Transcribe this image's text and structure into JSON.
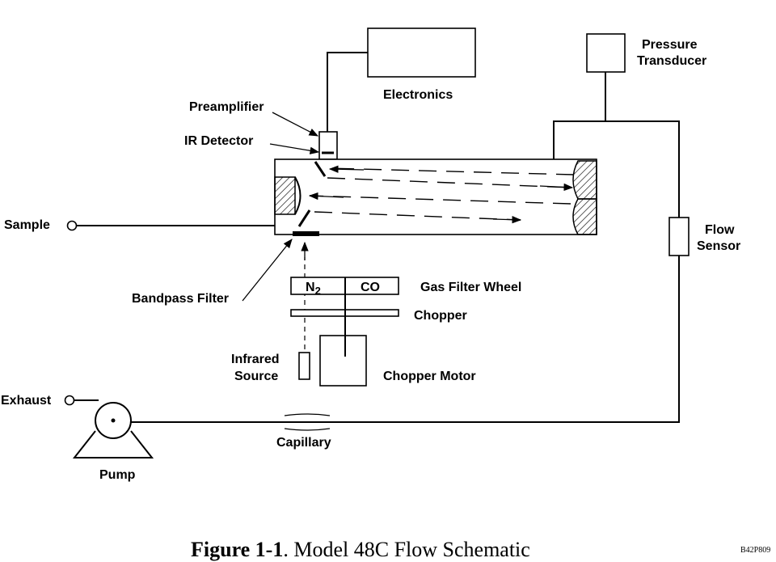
{
  "labels": {
    "electronics": "Electronics",
    "pressure_transducer_1": "Pressure",
    "pressure_transducer_2": "Transducer",
    "preamplifier": "Preamplifier",
    "ir_detector": "IR Detector",
    "sample": "Sample",
    "flow_sensor_1": "Flow",
    "flow_sensor_2": "Sensor",
    "bandpass_filter": "Bandpass Filter",
    "n2": "N",
    "n2_sub": "2",
    "co": "CO",
    "gas_filter_wheel": "Gas Filter Wheel",
    "chopper": "Chopper",
    "infrared_source_1": "Infrared",
    "infrared_source_2": "Source",
    "chopper_motor": "Chopper Motor",
    "exhaust": "Exhaust",
    "capillary": "Capillary",
    "pump": "Pump"
  },
  "caption": {
    "figure": "Figure 1-1",
    "text": ". Model 48C Flow Schematic",
    "code": "B42P809"
  }
}
